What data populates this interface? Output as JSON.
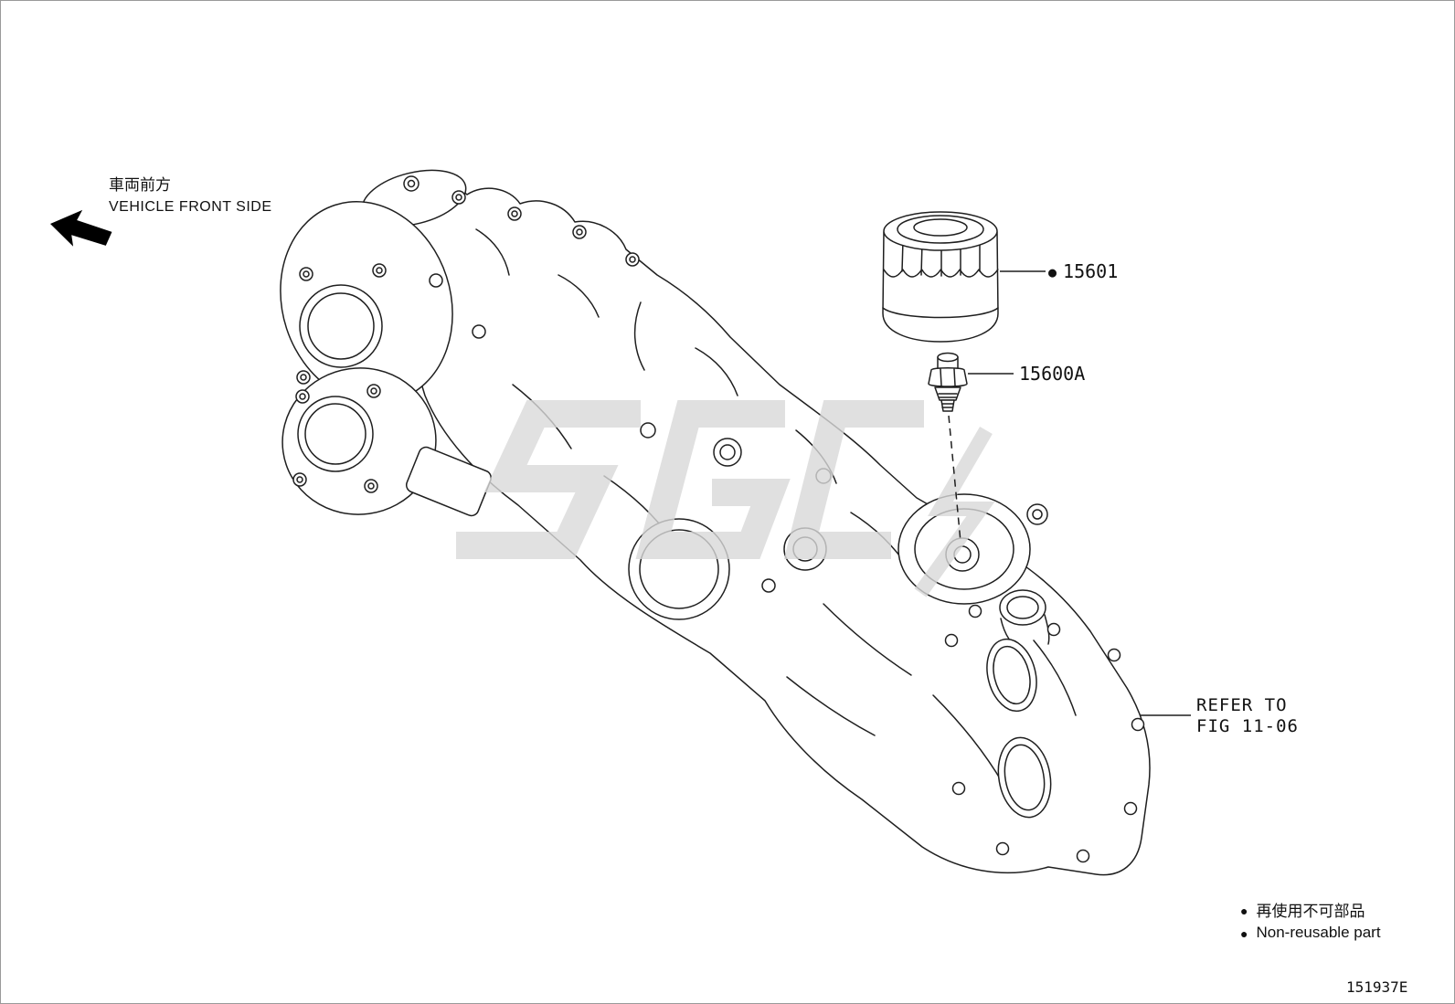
{
  "page": {
    "background": "#ffffff",
    "diagram_code": "151937E"
  },
  "colors": {
    "line": "#1f1f1f",
    "watermark": "#d9d9d9",
    "text": "#111111"
  },
  "icons": {
    "non_reusable_bullet": "●",
    "front_arrow": "left-arrow"
  },
  "orientation": {
    "jp": "車両前方",
    "en": "VEHICLE FRONT SIDE"
  },
  "parts": [
    {
      "number": "15601",
      "has_bullet": true
    },
    {
      "number": "15600A",
      "has_bullet": false
    }
  ],
  "refer_note": {
    "line1": "REFER TO",
    "line2": "FIG 11-06"
  },
  "legend": {
    "jp": "再使用不可部品",
    "en": "Non-reusable part"
  }
}
